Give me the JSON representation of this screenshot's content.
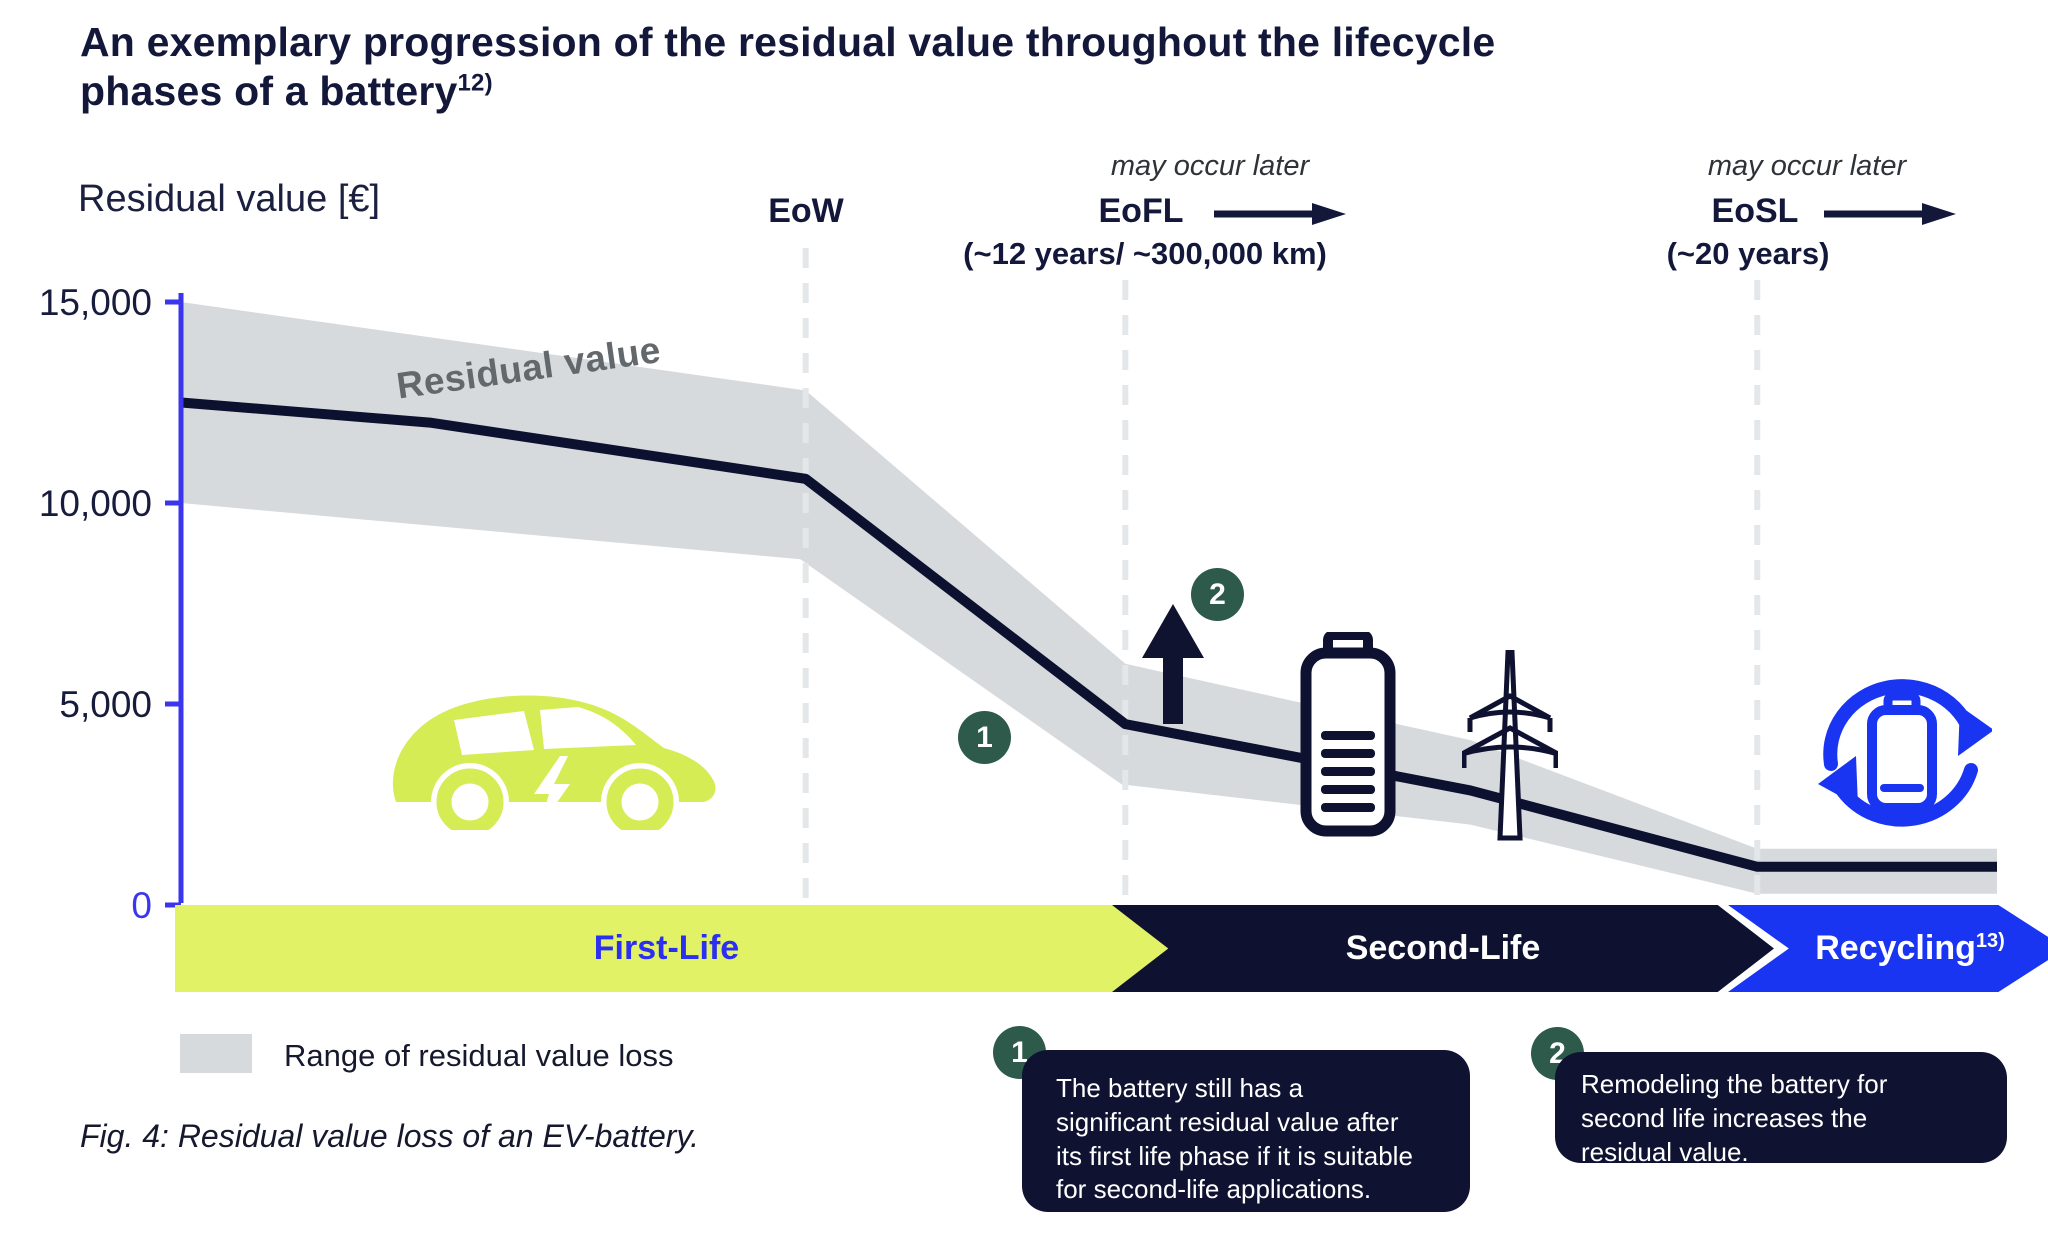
{
  "title": {
    "text": "An exemplary progression of the residual value throughout the lifecycle\nphases of a battery",
    "superscript": "12)"
  },
  "chart_data": {
    "type": "area",
    "ylabel": "Residual value [€]",
    "ylim": [
      0,
      15000
    ],
    "yticks": [
      0,
      5000,
      10000,
      15000
    ],
    "ytick_labels": [
      "0",
      "5,000",
      "10,000",
      "15,000"
    ],
    "band_label": "Residual value",
    "series": [
      {
        "name": "residual_value",
        "x": [
          0,
          0.137,
          0.344,
          0.52,
          0.71,
          0.868,
          1.0
        ],
        "values": [
          12500,
          12000,
          10600,
          4500,
          2850,
          950,
          950
        ]
      },
      {
        "name": "range_upper",
        "x": [
          0,
          0.344,
          0.52,
          0.71,
          0.868,
          1.0
        ],
        "values": [
          15000,
          12800,
          6000,
          4100,
          1400,
          1400
        ]
      },
      {
        "name": "range_lower",
        "x": [
          0,
          0.341,
          0.518,
          0.71,
          0.868,
          1.0
        ],
        "values": [
          10000,
          8600,
          3000,
          2000,
          280,
          280
        ]
      }
    ],
    "milestones": [
      {
        "label": "EoW",
        "x": 0.344
      },
      {
        "label": "EoFL",
        "x": 0.52,
        "sub": "(~12 years/ ~300,000 km)",
        "note": "may occur later"
      },
      {
        "label": "EoSL",
        "x": 0.868,
        "sub": "(~20 years)",
        "note": "may occur later"
      }
    ],
    "colors": {
      "band": "#D6DADD",
      "line": "#0D1130",
      "axis": "#3B36EE",
      "dashed": "#E3E7EA"
    }
  },
  "phases": [
    {
      "label": "First-Life"
    },
    {
      "label": "Second-Life"
    },
    {
      "label": "Recycling",
      "superscript": "13)"
    }
  ],
  "badges": {
    "one": "1",
    "two": "2"
  },
  "legend": {
    "label": "Range of residual value loss"
  },
  "caption": "Fig. 4: Residual value loss of an EV-battery.",
  "notes": [
    {
      "number": "1",
      "text": "The battery still has a\nsignificant residual value after\nits first life phase if it is suitable\nfor second-life applications."
    },
    {
      "number": "2",
      "text": "Remodeling the battery for\nsecond life increases the\nresidual value."
    }
  ]
}
